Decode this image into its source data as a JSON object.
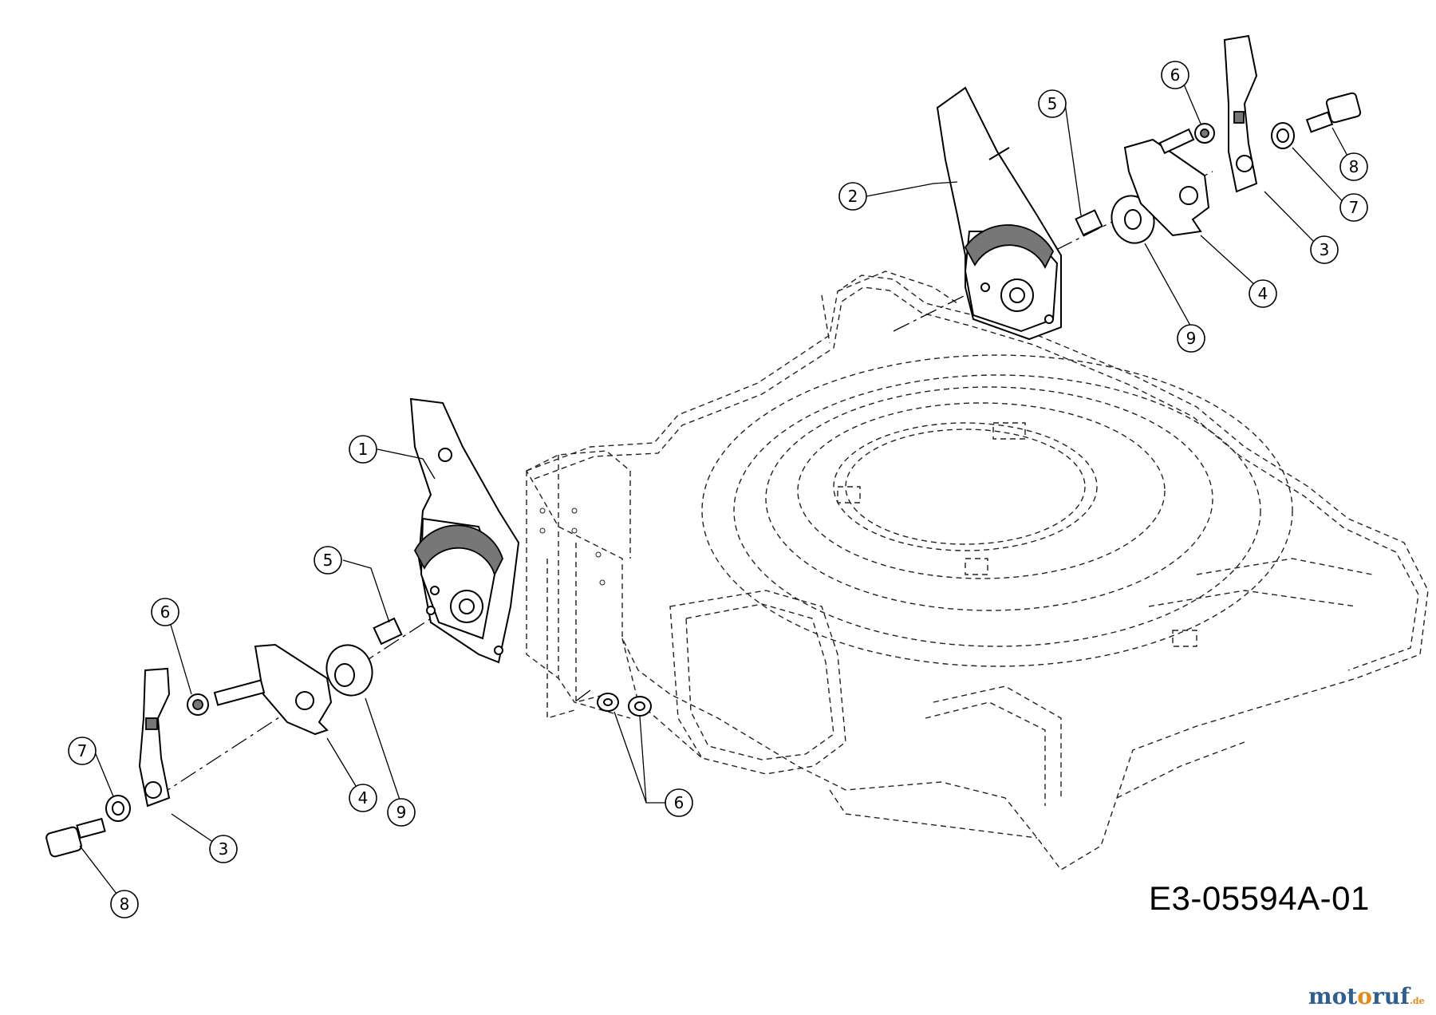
{
  "drawing_code": "E3-05594A-01",
  "watermark": "motoruf.de",
  "callouts": [
    {
      "id": "c1",
      "label": "1"
    },
    {
      "id": "c2",
      "label": "2"
    },
    {
      "id": "c3a",
      "label": "3"
    },
    {
      "id": "c3b",
      "label": "3"
    },
    {
      "id": "c4a",
      "label": "4"
    },
    {
      "id": "c4b",
      "label": "4"
    },
    {
      "id": "c5a",
      "label": "5"
    },
    {
      "id": "c5b",
      "label": "5"
    },
    {
      "id": "c6a",
      "label": "6"
    },
    {
      "id": "c6b",
      "label": "6"
    },
    {
      "id": "c6c",
      "label": "6"
    },
    {
      "id": "c7a",
      "label": "7"
    },
    {
      "id": "c7b",
      "label": "7"
    },
    {
      "id": "c8a",
      "label": "8"
    },
    {
      "id": "c8b",
      "label": "8"
    },
    {
      "id": "c9a",
      "label": "9"
    },
    {
      "id": "c9b",
      "label": "9"
    }
  ]
}
